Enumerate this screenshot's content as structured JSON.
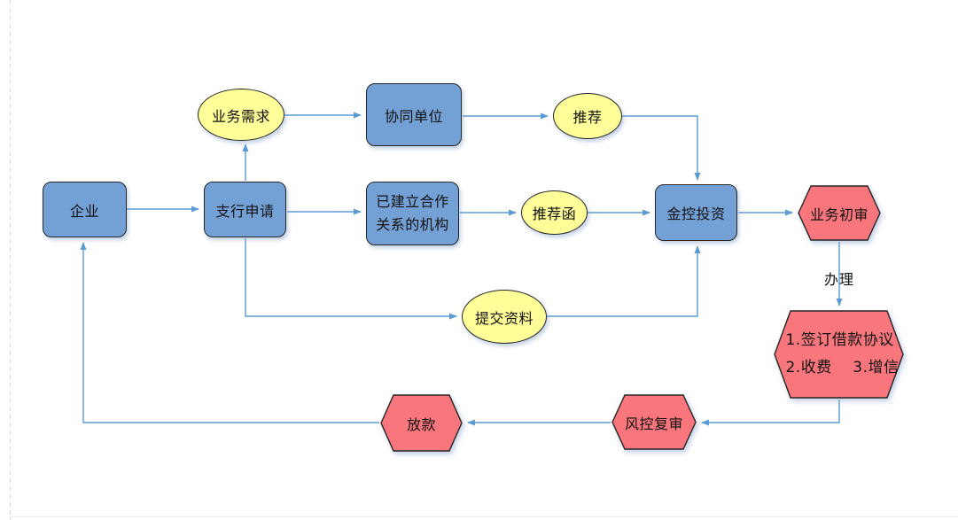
{
  "colors": {
    "node-blue": "#74A1D5",
    "node-yellow": "#FFFF99",
    "node-red": "#F9777C",
    "edge-blue": "#5B9BD5",
    "shape-border": "#262626"
  },
  "nodes": {
    "enterprise": {
      "label": "企业",
      "shape": "rounded-rectangle",
      "fill": "blue"
    },
    "branch_application": {
      "label": "支行申请",
      "shape": "rounded-rectangle",
      "fill": "blue"
    },
    "business_demand": {
      "label": "业务需求",
      "shape": "ellipse",
      "fill": "yellow"
    },
    "collaborating_unit": {
      "label": "协同单位",
      "shape": "rounded-rectangle",
      "fill": "blue"
    },
    "recommendation": {
      "label": "推荐",
      "shape": "ellipse",
      "fill": "yellow"
    },
    "partner_institution": {
      "lines": [
        "已建立合作",
        "关系的机构"
      ],
      "shape": "rounded-rectangle",
      "fill": "blue"
    },
    "recommendation_letter": {
      "label": "推荐函",
      "shape": "ellipse",
      "fill": "yellow"
    },
    "jinkong_investment": {
      "label": "金控投资",
      "shape": "rounded-rectangle",
      "fill": "blue"
    },
    "business_initial_review": {
      "label": "业务初审",
      "shape": "hexagon",
      "fill": "red"
    },
    "submit_materials": {
      "label": "提交资料",
      "shape": "ellipse",
      "fill": "yellow"
    },
    "sign_agreement": {
      "lines": [
        "1.签订借款协议",
        "2.收费    3.增信"
      ],
      "shape": "hexagon",
      "fill": "red"
    },
    "risk_review": {
      "label": "风控复审",
      "shape": "hexagon",
      "fill": "red"
    },
    "disburse_loan": {
      "label": "放款",
      "shape": "hexagon",
      "fill": "red"
    }
  },
  "edge_labels": {
    "handle": "办理"
  },
  "edges": [
    {
      "from": "enterprise",
      "to": "branch_application"
    },
    {
      "from": "branch_application",
      "to": "business_demand"
    },
    {
      "from": "business_demand",
      "to": "collaborating_unit"
    },
    {
      "from": "collaborating_unit",
      "to": "recommendation"
    },
    {
      "from": "recommendation",
      "to": "jinkong_investment"
    },
    {
      "from": "branch_application",
      "to": "partner_institution"
    },
    {
      "from": "partner_institution",
      "to": "recommendation_letter"
    },
    {
      "from": "recommendation_letter",
      "to": "jinkong_investment"
    },
    {
      "from": "branch_application",
      "to": "submit_materials"
    },
    {
      "from": "submit_materials",
      "to": "jinkong_investment"
    },
    {
      "from": "jinkong_investment",
      "to": "business_initial_review"
    },
    {
      "from": "business_initial_review",
      "to": "sign_agreement",
      "label": "办理"
    },
    {
      "from": "sign_agreement",
      "to": "risk_review"
    },
    {
      "from": "risk_review",
      "to": "disburse_loan"
    },
    {
      "from": "disburse_loan",
      "to": "enterprise"
    }
  ]
}
